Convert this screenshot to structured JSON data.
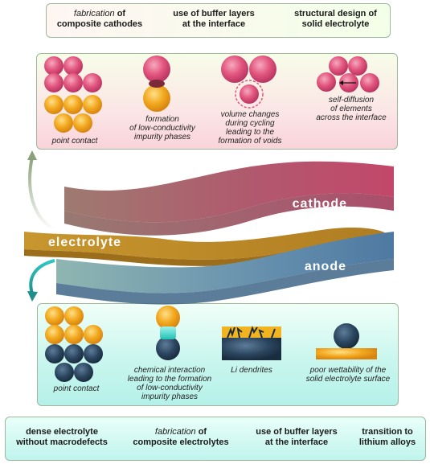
{
  "top_strategies": [
    {
      "prefix": "fabrication",
      "suffix": " of",
      "line2": "composite cathodes"
    },
    {
      "prefix": "",
      "suffix": "use of buffer layers",
      "line2": "at the interface"
    },
    {
      "prefix": "",
      "suffix": "structural design of",
      "line2": "solid electrolyte"
    }
  ],
  "cathode_issues": {
    "point_contact": "point contact",
    "formation": [
      "formation",
      "of low-conductivity",
      "impurity phases"
    ],
    "volume": [
      "volume changes",
      "during cycling",
      "leading to the",
      "formation of voids"
    ],
    "diffusion": [
      "self-diffusion",
      "of elements",
      "across the interface"
    ]
  },
  "layers": {
    "cathode": "cathode",
    "electrolyte": "electrolyte",
    "anode": "anode"
  },
  "anode_issues": {
    "point_contact": "point contact",
    "chemical": [
      "chemical interaction",
      "leading to the formation",
      "of low-conductivity",
      "impurity phases"
    ],
    "dendrites": "Li dendrites",
    "wettability": [
      "poor wettability of the",
      "solid electrolyte surface"
    ]
  },
  "bottom_strategies": [
    {
      "prefix": "",
      "suffix": "dense electrolyte",
      "line2": "without macrodefects"
    },
    {
      "prefix": "fabrication",
      "suffix": " of",
      "line2": "composite electrolytes"
    },
    {
      "prefix": "",
      "suffix": "use of buffer layers",
      "line2": "at the interface"
    },
    {
      "prefix": "",
      "suffix": "transition to",
      "line2": "lithium alloys"
    }
  ],
  "colors": {
    "cathode_particle": "#e2557e",
    "electrolyte_particle": "#f2a91f",
    "anode_particle": "#2c4660",
    "cathode_layer": "#b05a6e",
    "electrolyte_layer": "#c8962e",
    "anode_layer": "#5e87a8"
  }
}
